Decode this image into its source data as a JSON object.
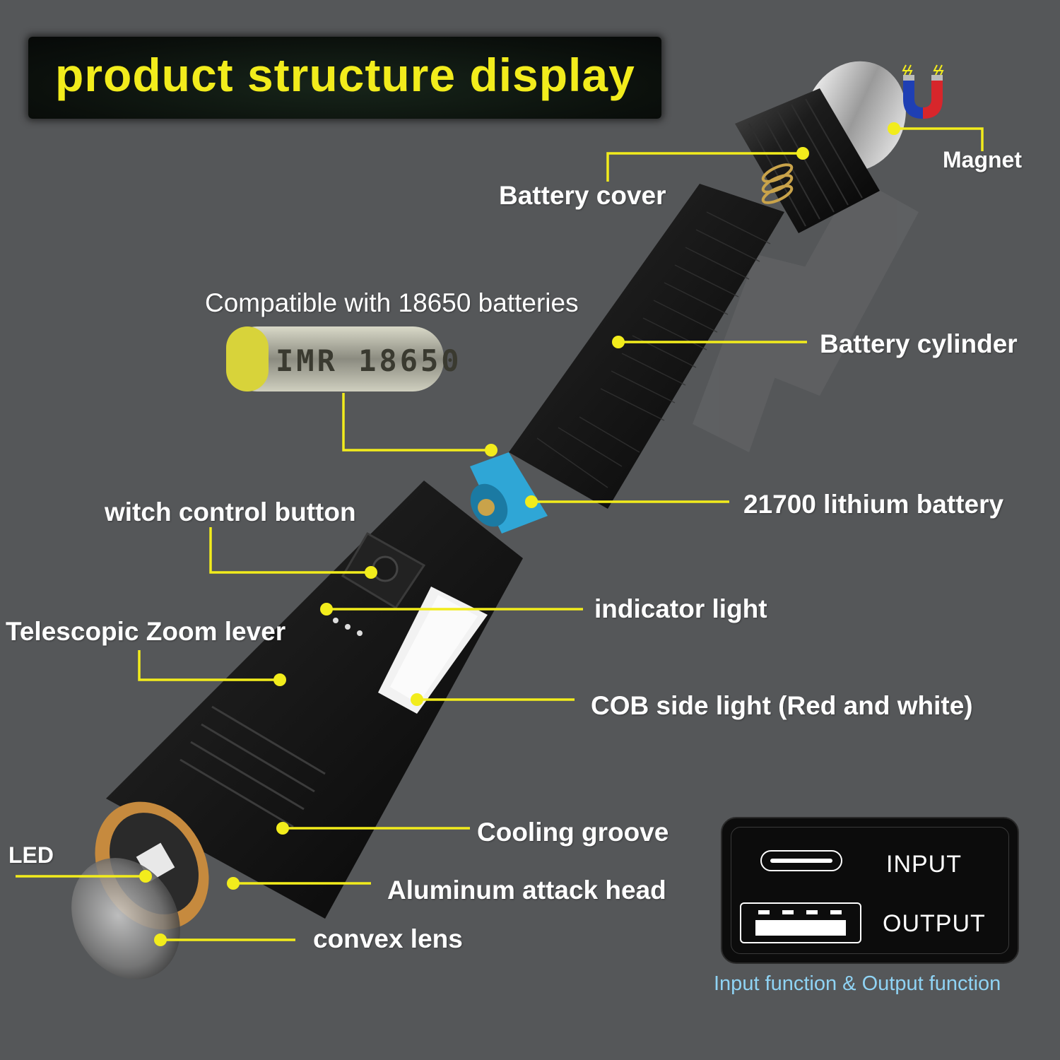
{
  "title": "product structure display",
  "labels": {
    "magnet": "Magnet",
    "battery_cover": "Battery cover",
    "compatible": "Compatible with 18650 batteries",
    "battery_cylinder": "Battery cylinder",
    "lithium_battery": "21700 lithium battery",
    "switch_button": "witch control button",
    "indicator_light": "indicator light",
    "zoom_lever": "Telescopic Zoom lever",
    "cob_light": "COB side light (Red and white)",
    "led": "LED",
    "cooling_groove": "Cooling groove",
    "attack_head": "Aluminum attack head",
    "convex_lens": "convex lens"
  },
  "battery_print": "IMR 18650",
  "ports": {
    "input_label": "INPUT",
    "output_label": "OUTPUT",
    "caption": "Input function & Output function"
  },
  "colors": {
    "background": "#555759",
    "title_text": "#f2ec1c",
    "callout_line": "#f2ec1c",
    "caption": "#8fd3f4",
    "battery_ring": "#2fa6d6"
  },
  "icons": [
    "magnet-icon",
    "usb-c-port-icon",
    "usb-a-port-icon"
  ]
}
